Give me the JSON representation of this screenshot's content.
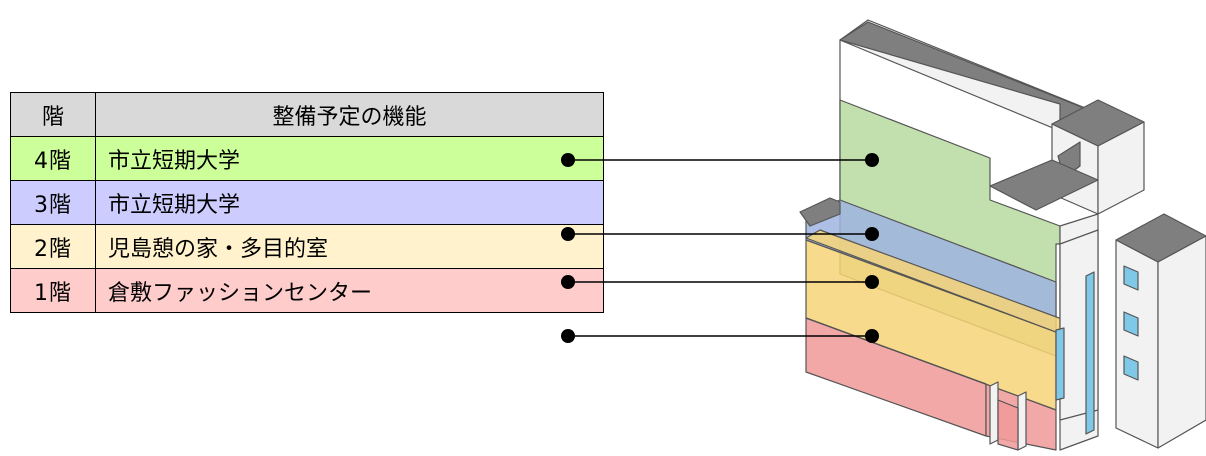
{
  "table": {
    "headers": {
      "floor": "階",
      "function": "整備予定の機能"
    },
    "rows": [
      {
        "floor": "4階",
        "function": "市立短期大学",
        "color": "#ccff99"
      },
      {
        "floor": "3階",
        "function": "市立短期大学",
        "color": "#ccccff"
      },
      {
        "floor": "2階",
        "function": "児島憩の家・多目的室",
        "color": "#fff2cc"
      },
      {
        "floor": "1階",
        "function": "倉敷ファッションセンター",
        "color": "#ffcccc"
      }
    ]
  },
  "building_colors": {
    "floor4": "#b7d9a0",
    "floor3": "#9fb4e0",
    "floor2": "#f7d478",
    "floor1": "#f19999",
    "roof": "#7f7f7f",
    "wall": "#f2f2f2",
    "window": "#7fc8e8"
  }
}
